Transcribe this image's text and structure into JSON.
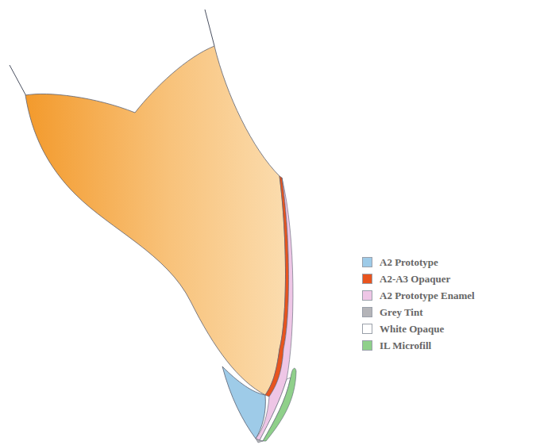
{
  "diagram": {
    "legend": [
      {
        "text": "A2 Prototype",
        "color": "#9ecbe8"
      },
      {
        "text": "A2-A3 Opaquer",
        "color": "#e8541e"
      },
      {
        "text": "A2 Prototype Enamel",
        "color": "#eec6e6"
      },
      {
        "text": "Grey Tint",
        "color": "#b4b4b8"
      },
      {
        "text": "White Opaque",
        "color": "#ffffff"
      },
      {
        "text": "IL Microfill",
        "color": "#8fd08a"
      }
    ]
  }
}
